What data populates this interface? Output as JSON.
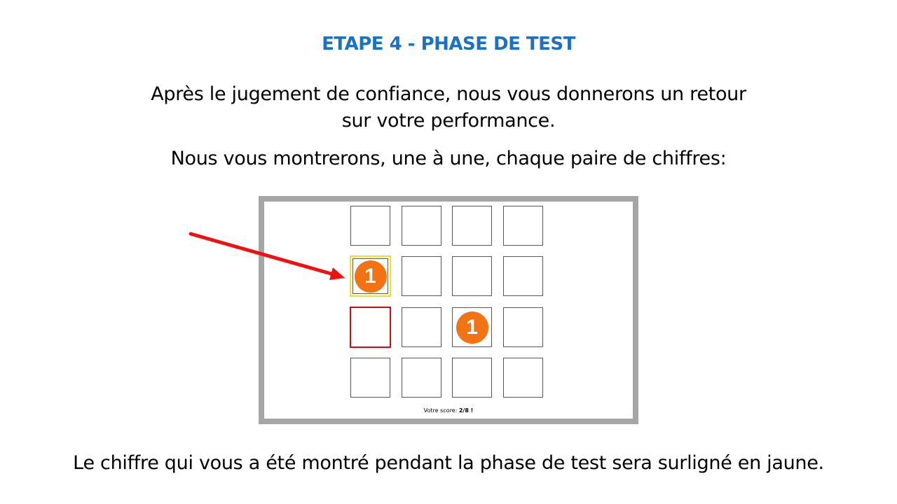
{
  "title": "ETAPE 4 - PHASE DE TEST",
  "paragraph1_line1": "Après le jugement de confiance, nous vous donnerons un retour",
  "paragraph1_line2": "sur votre performance.",
  "paragraph2": "Nous vous montrerons, une à une, chaque paire de chiffres:",
  "paragraph3": "Le chiffre qui vous a été montré pendant la phase de test sera surligné en jaune.",
  "grid": {
    "rows": 4,
    "cols": 4,
    "highlighted_cells": [
      {
        "row": 2,
        "col": 1,
        "highlight": "yellow",
        "digit": "1"
      },
      {
        "row": 3,
        "col": 1,
        "highlight": "red",
        "digit": ""
      },
      {
        "row": 3,
        "col": 3,
        "highlight": "none",
        "digit": "1"
      }
    ],
    "score_label": "Votre score:",
    "score_value": "2/8 !"
  },
  "colors": {
    "title": "#1a72c0",
    "digit_circle": "#f27314",
    "yellow_highlight": "#f0e020",
    "red_highlight": "#c0101a",
    "arrow": "#ee1111",
    "frame": "#a6a6a6"
  }
}
